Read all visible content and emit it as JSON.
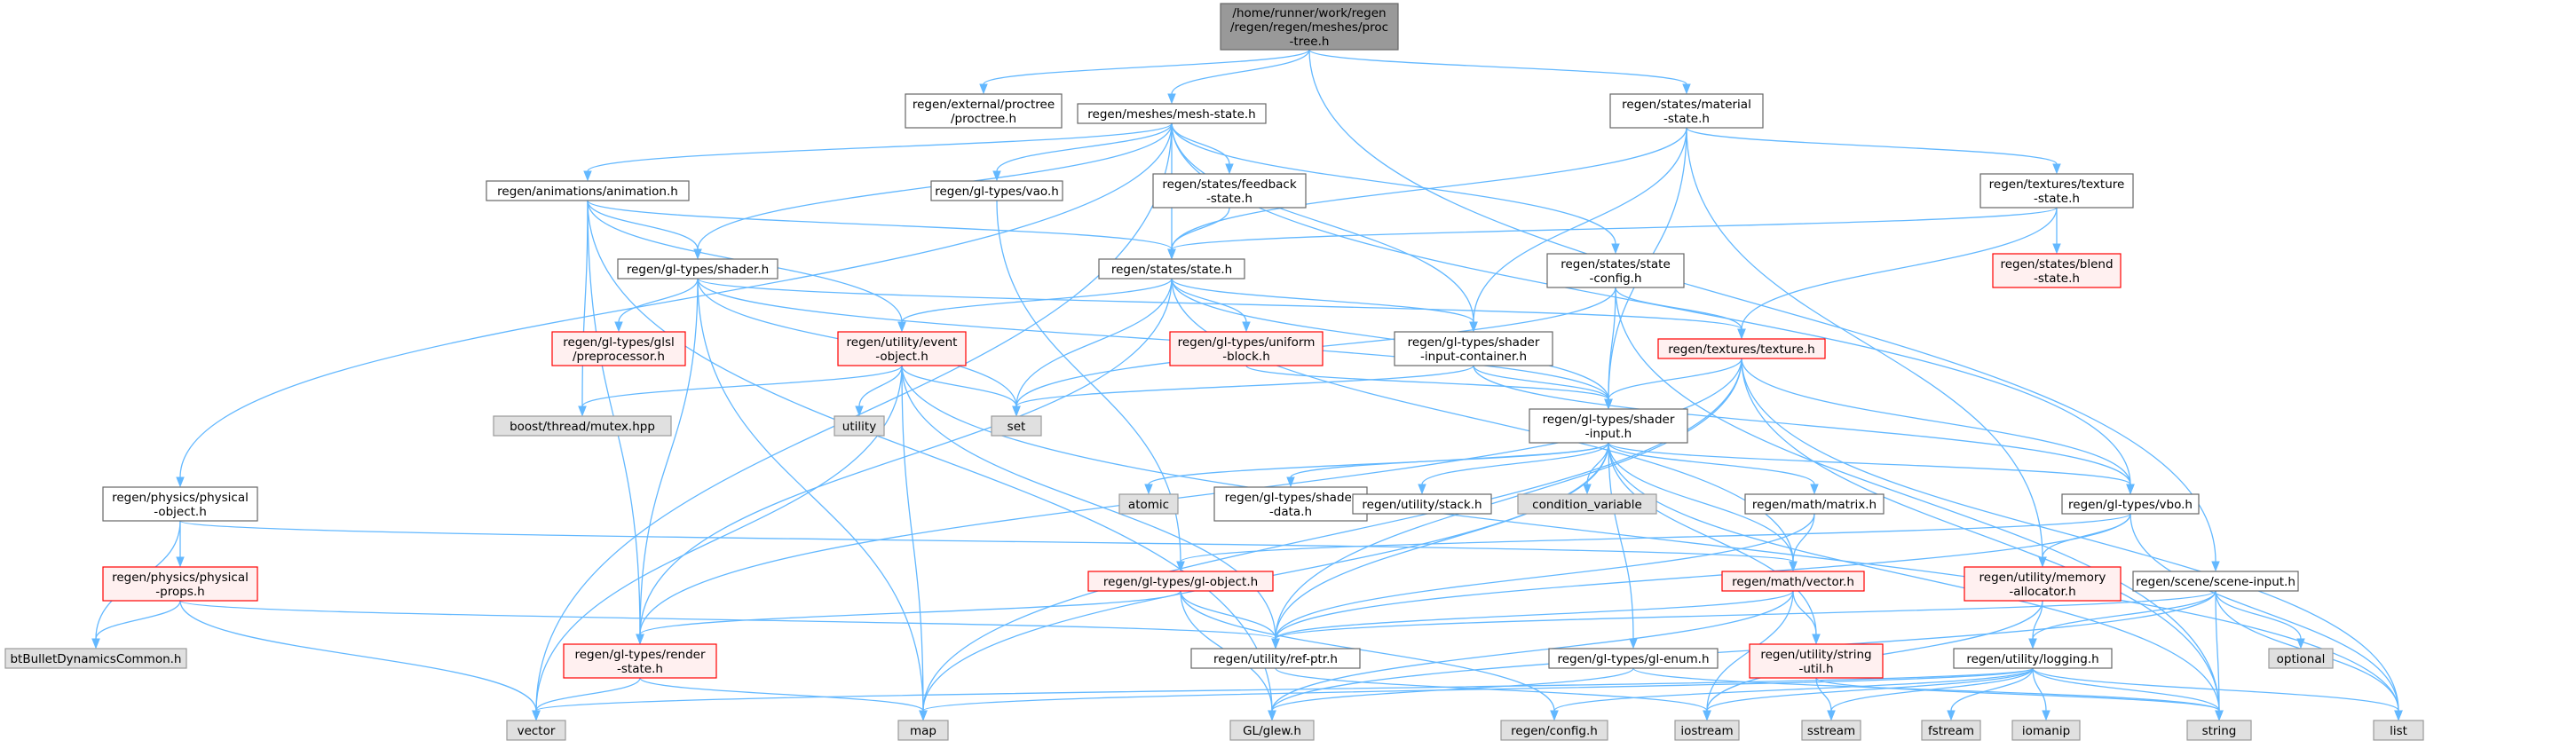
{
  "colors": {
    "edge": "#63b8ff",
    "root_fill": "#999999",
    "root_border": "#666666",
    "normal_fill": "#ffffff",
    "normal_border": "#666666",
    "truncated_fill": "#fff0f0",
    "truncated_border": "#ff0000",
    "external_fill": "#e0e0e0",
    "external_border": "#999999"
  },
  "nodes": {
    "root": {
      "lines": [
        "/home/runner/work/regen",
        "/regen/regen/meshes/proc",
        "-tree.h"
      ],
      "style": "root"
    },
    "procext": {
      "lines": [
        "regen/external/proctree",
        "/proctree.h"
      ],
      "style": "normal"
    },
    "meshstate": {
      "lines": [
        "regen/meshes/mesh-state.h"
      ],
      "style": "normal"
    },
    "material": {
      "lines": [
        "regen/states/material",
        "-state.h"
      ],
      "style": "normal"
    },
    "anim": {
      "lines": [
        "regen/animations/animation.h"
      ],
      "style": "normal"
    },
    "vao": {
      "lines": [
        "regen/gl-types/vao.h"
      ],
      "style": "normal"
    },
    "feedback": {
      "lines": [
        "regen/states/feedback",
        "-state.h"
      ],
      "style": "normal"
    },
    "texstate": {
      "lines": [
        "regen/textures/texture",
        "-state.h"
      ],
      "style": "normal"
    },
    "state": {
      "lines": [
        "regen/states/state.h"
      ],
      "style": "normal"
    },
    "stateconfig": {
      "lines": [
        "regen/states/state",
        "-config.h"
      ],
      "style": "normal"
    },
    "blend": {
      "lines": [
        "regen/states/blend",
        "-state.h"
      ],
      "style": "truncated"
    },
    "shader": {
      "lines": [
        "regen/gl-types/shader.h"
      ],
      "style": "normal"
    },
    "glslpre": {
      "lines": [
        "regen/gl-types/glsl",
        "/preprocessor.h"
      ],
      "style": "truncated"
    },
    "event": {
      "lines": [
        "regen/utility/event",
        "-object.h"
      ],
      "style": "truncated"
    },
    "uniform": {
      "lines": [
        "regen/gl-types/uniform",
        "-block.h"
      ],
      "style": "truncated"
    },
    "sic": {
      "lines": [
        "regen/gl-types/shader",
        "-input-container.h"
      ],
      "style": "normal"
    },
    "texture": {
      "lines": [
        "regen/textures/texture.h"
      ],
      "style": "truncated"
    },
    "mutex": {
      "lines": [
        "boost/thread/mutex.hpp"
      ],
      "style": "external"
    },
    "utility": {
      "lines": [
        "utility"
      ],
      "style": "external"
    },
    "set": {
      "lines": [
        "set"
      ],
      "style": "external"
    },
    "sinput": {
      "lines": [
        "regen/gl-types/shader",
        "-input.h"
      ],
      "style": "normal"
    },
    "physobj": {
      "lines": [
        "regen/physics/physical",
        "-object.h"
      ],
      "style": "normal"
    },
    "atomic": {
      "lines": [
        "atomic"
      ],
      "style": "external"
    },
    "sdata": {
      "lines": [
        "regen/gl-types/shader",
        "-data.h"
      ],
      "style": "normal"
    },
    "stack": {
      "lines": [
        "regen/utility/stack.h"
      ],
      "style": "normal"
    },
    "condvar": {
      "lines": [
        "condition_variable"
      ],
      "style": "external"
    },
    "matrix": {
      "lines": [
        "regen/math/matrix.h"
      ],
      "style": "normal"
    },
    "vbo": {
      "lines": [
        "regen/gl-types/vbo.h"
      ],
      "style": "normal"
    },
    "physprops": {
      "lines": [
        "regen/physics/physical",
        "-props.h"
      ],
      "style": "truncated"
    },
    "globj": {
      "lines": [
        "regen/gl-types/gl-object.h"
      ],
      "style": "truncated"
    },
    "vector": {
      "lines": [
        "regen/math/vector.h"
      ],
      "style": "truncated"
    },
    "memalloc": {
      "lines": [
        "regen/utility/memory",
        "-allocator.h"
      ],
      "style": "truncated"
    },
    "sceneinput": {
      "lines": [
        "regen/scene/scene-input.h"
      ],
      "style": "normal"
    },
    "bullet": {
      "lines": [
        "btBulletDynamicsCommon.h"
      ],
      "style": "external"
    },
    "renderstate": {
      "lines": [
        "regen/gl-types/render",
        "-state.h"
      ],
      "style": "truncated"
    },
    "refptr": {
      "lines": [
        "regen/utility/ref-ptr.h"
      ],
      "style": "normal"
    },
    "glenum": {
      "lines": [
        "regen/gl-types/gl-enum.h"
      ],
      "style": "normal"
    },
    "strutil": {
      "lines": [
        "regen/utility/string",
        "-util.h"
      ],
      "style": "truncated"
    },
    "logging": {
      "lines": [
        "regen/utility/logging.h"
      ],
      "style": "normal"
    },
    "optional": {
      "lines": [
        "optional"
      ],
      "style": "external"
    },
    "stdvector": {
      "lines": [
        "vector"
      ],
      "style": "external"
    },
    "map": {
      "lines": [
        "map"
      ],
      "style": "external"
    },
    "glew": {
      "lines": [
        "GL/glew.h"
      ],
      "style": "external"
    },
    "config": {
      "lines": [
        "regen/config.h"
      ],
      "style": "external"
    },
    "iostream": {
      "lines": [
        "iostream"
      ],
      "style": "external"
    },
    "sstream": {
      "lines": [
        "sstream"
      ],
      "style": "external"
    },
    "fstream": {
      "lines": [
        "fstream"
      ],
      "style": "external"
    },
    "iomanip": {
      "lines": [
        "iomanip"
      ],
      "style": "external"
    },
    "string": {
      "lines": [
        "string"
      ],
      "style": "external"
    },
    "list": {
      "lines": [
        "list"
      ],
      "style": "external"
    }
  },
  "edges": [
    [
      "root",
      "procext"
    ],
    [
      "root",
      "meshstate"
    ],
    [
      "root",
      "material"
    ],
    [
      "root",
      "sceneinput"
    ],
    [
      "meshstate",
      "anim"
    ],
    [
      "meshstate",
      "vao"
    ],
    [
      "meshstate",
      "feedback"
    ],
    [
      "meshstate",
      "state"
    ],
    [
      "meshstate",
      "stateconfig"
    ],
    [
      "meshstate",
      "shader"
    ],
    [
      "meshstate",
      "sic"
    ],
    [
      "meshstate",
      "vbo"
    ],
    [
      "meshstate",
      "physobj"
    ],
    [
      "meshstate",
      "stdvector"
    ],
    [
      "material",
      "texstate"
    ],
    [
      "material",
      "state"
    ],
    [
      "material",
      "sic"
    ],
    [
      "material",
      "sinput"
    ],
    [
      "material",
      "memalloc"
    ],
    [
      "texstate",
      "state"
    ],
    [
      "texstate",
      "blend"
    ],
    [
      "texstate",
      "texture"
    ],
    [
      "anim",
      "shader"
    ],
    [
      "anim",
      "state"
    ],
    [
      "anim",
      "event"
    ],
    [
      "anim",
      "mutex"
    ],
    [
      "anim",
      "renderstate"
    ],
    [
      "anim",
      "glew"
    ],
    [
      "vao",
      "globj"
    ],
    [
      "feedback",
      "state"
    ],
    [
      "state",
      "event"
    ],
    [
      "state",
      "uniform"
    ],
    [
      "state",
      "sic"
    ],
    [
      "state",
      "set"
    ],
    [
      "state",
      "sinput"
    ],
    [
      "state",
      "renderstate"
    ],
    [
      "state",
      "vector"
    ],
    [
      "stateconfig",
      "texture"
    ],
    [
      "stateconfig",
      "sinput"
    ],
    [
      "stateconfig",
      "set"
    ],
    [
      "stateconfig",
      "string"
    ],
    [
      "shader",
      "glslpre"
    ],
    [
      "shader",
      "texture"
    ],
    [
      "shader",
      "sinput"
    ],
    [
      "shader",
      "set"
    ],
    [
      "shader",
      "map"
    ],
    [
      "shader",
      "renderstate"
    ],
    [
      "event",
      "mutex"
    ],
    [
      "event",
      "utility"
    ],
    [
      "event",
      "set"
    ],
    [
      "event",
      "map"
    ],
    [
      "event",
      "refptr"
    ],
    [
      "event",
      "stdvector"
    ],
    [
      "event",
      "list"
    ],
    [
      "uniform",
      "sinput"
    ],
    [
      "sic",
      "sinput"
    ],
    [
      "sic",
      "vbo"
    ],
    [
      "sic",
      "set"
    ],
    [
      "texture",
      "sinput"
    ],
    [
      "texture",
      "vbo"
    ],
    [
      "texture",
      "renderstate"
    ],
    [
      "texture",
      "map"
    ],
    [
      "texture",
      "string"
    ],
    [
      "texture",
      "list"
    ],
    [
      "texture",
      "refptr"
    ],
    [
      "sinput",
      "atomic"
    ],
    [
      "sinput",
      "sdata"
    ],
    [
      "sinput",
      "stack"
    ],
    [
      "sinput",
      "condvar"
    ],
    [
      "sinput",
      "matrix"
    ],
    [
      "sinput",
      "vbo"
    ],
    [
      "sinput",
      "refptr"
    ],
    [
      "sinput",
      "glenum"
    ],
    [
      "sinput",
      "strutil"
    ],
    [
      "sinput",
      "string"
    ],
    [
      "sinput",
      "map"
    ],
    [
      "sinput",
      "vector"
    ],
    [
      "physobj",
      "physprops"
    ],
    [
      "physobj",
      "bullet"
    ],
    [
      "physobj",
      "vector"
    ],
    [
      "physprops",
      "bullet"
    ],
    [
      "physprops",
      "refptr"
    ],
    [
      "physprops",
      "stdvector"
    ],
    [
      "matrix",
      "vector"
    ],
    [
      "matrix",
      "refptr"
    ],
    [
      "vbo",
      "globj"
    ],
    [
      "vbo",
      "memalloc"
    ],
    [
      "vbo",
      "refptr"
    ],
    [
      "vbo",
      "list"
    ],
    [
      "globj",
      "renderstate"
    ],
    [
      "globj",
      "refptr"
    ],
    [
      "globj",
      "glew"
    ],
    [
      "globj",
      "config"
    ],
    [
      "vector",
      "strutil"
    ],
    [
      "vector",
      "refptr"
    ],
    [
      "vector",
      "glew"
    ],
    [
      "vector",
      "iostream"
    ],
    [
      "memalloc",
      "logging"
    ],
    [
      "memalloc",
      "iostream"
    ],
    [
      "sceneinput",
      "refptr"
    ],
    [
      "sceneinput",
      "logging"
    ],
    [
      "sceneinput",
      "optional"
    ],
    [
      "sceneinput",
      "string"
    ],
    [
      "sceneinput",
      "list"
    ],
    [
      "sceneinput",
      "glew"
    ],
    [
      "renderstate",
      "stdvector"
    ],
    [
      "renderstate",
      "map"
    ],
    [
      "refptr",
      "iostream"
    ],
    [
      "glenum",
      "glew"
    ],
    [
      "glenum",
      "string"
    ],
    [
      "strutil",
      "sstream"
    ],
    [
      "strutil",
      "string"
    ],
    [
      "logging",
      "config"
    ],
    [
      "logging",
      "iostream"
    ],
    [
      "logging",
      "sstream"
    ],
    [
      "logging",
      "fstream"
    ],
    [
      "logging",
      "iomanip"
    ],
    [
      "logging",
      "string"
    ],
    [
      "logging",
      "list"
    ],
    [
      "logging",
      "map"
    ],
    [
      "logging",
      "stdvector"
    ]
  ]
}
